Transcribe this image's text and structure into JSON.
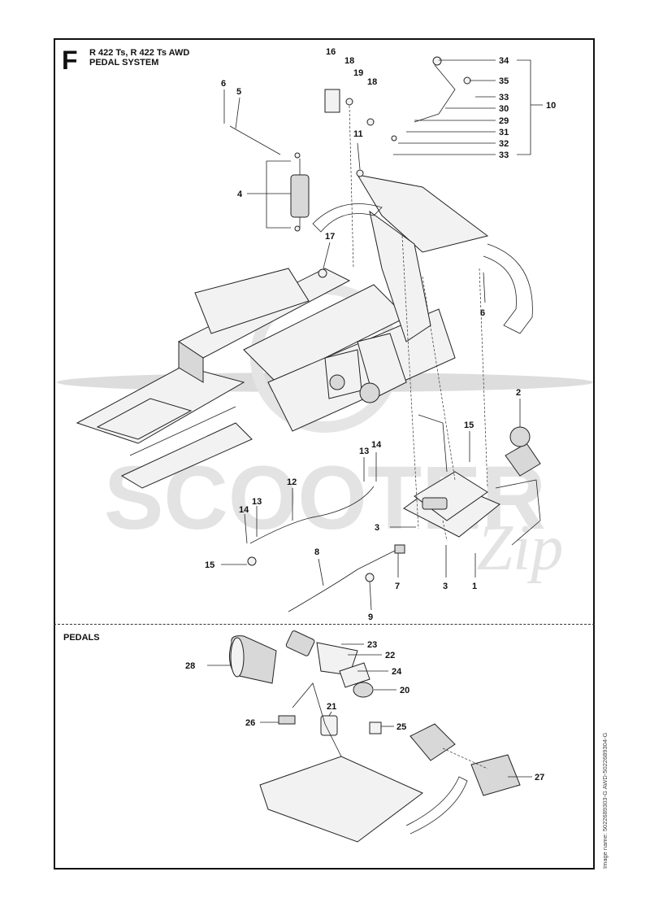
{
  "header": {
    "section_letter": "F",
    "model_line": "R 422 Ts, R 422 Ts AWD",
    "system_name": "PEDAL SYSTEM"
  },
  "lower_section": {
    "heading": "PEDALS"
  },
  "side_note": "Image name: 5022689303-G  AWD-5022689304-G",
  "watermark": {
    "text": "SCOOTER",
    "script": "Zip"
  },
  "callouts": {
    "upper": [
      "34",
      "35",
      "33",
      "30",
      "29",
      "31",
      "32",
      "33",
      "10",
      "16",
      "18",
      "19",
      "18",
      "6",
      "5",
      "11",
      "4",
      "17",
      "6",
      "2",
      "15",
      "13",
      "14",
      "12",
      "13",
      "14",
      "15",
      "3",
      "8",
      "7",
      "3",
      "1",
      "9"
    ],
    "lower": [
      "23",
      "22",
      "28",
      "24",
      "20",
      "21",
      "26",
      "25",
      "27"
    ]
  }
}
